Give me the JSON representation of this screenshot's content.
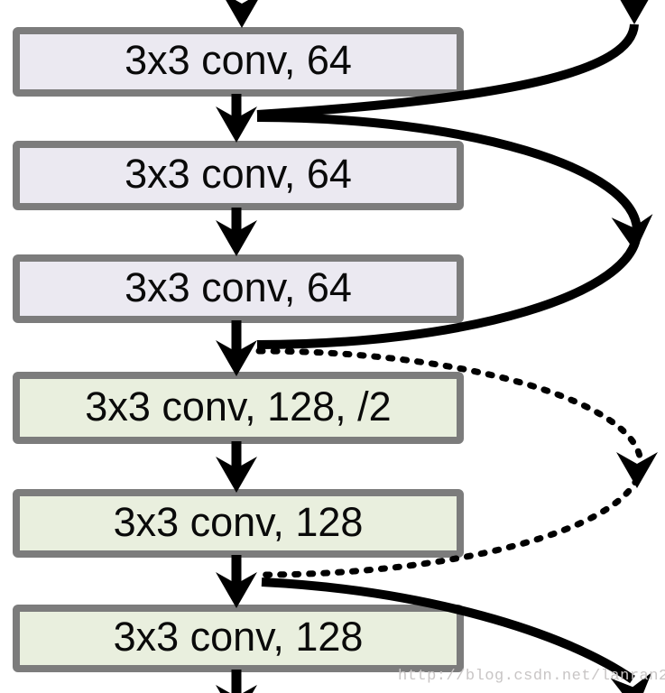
{
  "diagram": {
    "kind": "cnn-architecture-flow",
    "flow_direction": "top-to-bottom",
    "layers": [
      {
        "label": "3x3 conv, 64"
      },
      {
        "label": "3x3 conv, 64"
      },
      {
        "label": "3x3 conv, 64"
      },
      {
        "label": "3x3 conv, 128, /2"
      },
      {
        "label": "3x3 conv, 128"
      },
      {
        "label": "3x3 conv, 128"
      }
    ],
    "skip_connections": [
      {
        "style": "solid",
        "path": "from above (cut off at top) into junction after layer 1"
      },
      {
        "style": "solid",
        "path": "junction after layer 1 to junction after layer 3"
      },
      {
        "style": "dotted",
        "path": "junction after layer 3 to junction after layer 5"
      },
      {
        "style": "solid",
        "path": "junction after layer 5 downward (cut off at bottom)"
      }
    ],
    "watermark": "http://blog.csdn.net/lanran2",
    "colors": {
      "conv64_fill": "#EBE9F1",
      "conv128_fill": "#E9EFDE",
      "box_border": "#7C7C7C",
      "arrow": "#000000",
      "watermark": "#C8C5C5",
      "background": "#FFFFFF"
    }
  }
}
